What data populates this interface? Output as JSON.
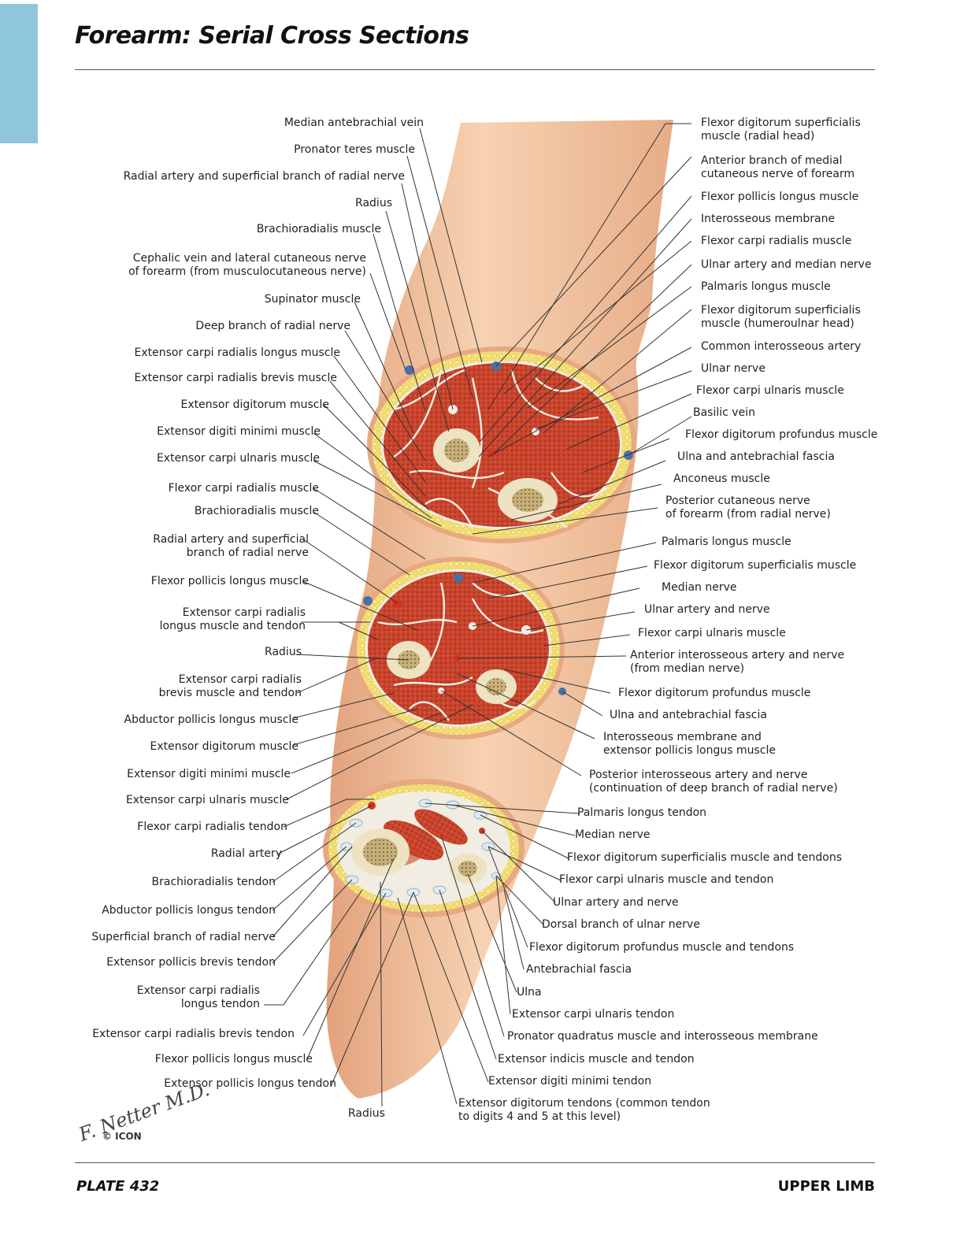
{
  "title": "Forearm: Serial Cross Sections",
  "footer": {
    "plate": "PLATE 432",
    "section": "UPPER LIMB"
  },
  "logo": {
    "signature": "F. Netter M.D.",
    "mark": "© ICON"
  },
  "colors": {
    "tab": "#8fc6dd",
    "skin": "#f2c09a",
    "muscle": "#c9442c",
    "fat": "#f3df72",
    "bone": "#ede3c2"
  },
  "labels": {
    "proximal_left": [
      "Median antebrachial vein",
      "Pronator teres muscle",
      "Radial artery and superficial branch of radial nerve",
      "Radius",
      "Brachioradialis muscle",
      "Cephalic vein and lateral cutaneous nerve\nof forearm (from musculocutaneous nerve)",
      "Supinator muscle",
      "Deep branch of radial nerve",
      "Extensor carpi radialis longus muscle",
      "Extensor carpi radialis brevis muscle",
      "Extensor digitorum muscle",
      "Extensor digiti minimi muscle",
      "Extensor carpi ulnaris muscle"
    ],
    "proximal_right": [
      "Flexor digitorum superficialis\nmuscle (radial head)",
      "Anterior branch of medial\ncutaneous nerve of forearm",
      "Flexor pollicis longus muscle",
      "Interosseous membrane",
      "Flexor carpi radialis muscle",
      "Ulnar artery and median nerve",
      "Palmaris longus muscle",
      "Flexor digitorum superficialis\nmuscle (humeroulnar head)",
      "Common interosseous artery",
      "Ulnar nerve",
      "Flexor carpi ulnaris muscle",
      "Basilic vein",
      "Flexor digitorum profundus muscle",
      "Ulna and antebrachial fascia",
      "Anconeus muscle",
      "Posterior cutaneous nerve\nof forearm (from radial nerve)"
    ],
    "middle_left": [
      "Flexor carpi radialis muscle",
      "Brachioradialis muscle",
      "Radial artery and superficial\nbranch of radial nerve",
      "Flexor pollicis longus muscle",
      "Extensor carpi radialis\nlongus muscle and tendon",
      "Radius",
      "Extensor carpi radialis\nbrevis muscle and tendon",
      "Abductor pollicis longus muscle",
      "Extensor digitorum muscle",
      "Extensor digiti minimi muscle",
      "Extensor carpi ulnaris muscle"
    ],
    "middle_right": [
      "Palmaris longus muscle",
      "Flexor digitorum superficialis muscle",
      "Median nerve",
      "Ulnar artery and nerve",
      "Flexor carpi ulnaris muscle",
      "Anterior interosseous artery and nerve\n(from median nerve)",
      "Flexor digitorum profundus muscle",
      "Ulna and antebrachial fascia",
      "Interosseous membrane and\nextensor pollicis longus muscle",
      "Posterior interosseous artery and nerve\n(continuation of deep branch of radial nerve)"
    ],
    "distal_left": [
      "Flexor carpi radialis tendon",
      "Radial artery",
      "Brachioradialis tendon",
      "Abductor pollicis longus tendon",
      "Superficial branch of radial nerve",
      "Extensor pollicis brevis tendon",
      "Extensor carpi radialis\nlongus tendon",
      "Extensor carpi radialis brevis tendon",
      "Flexor pollicis longus muscle",
      "Extensor pollicis longus tendon"
    ],
    "distal_bottom": "Radius",
    "distal_right": [
      "Palmaris longus tendon",
      "Median nerve",
      "Flexor digitorum superficialis muscle and tendons",
      "Flexor carpi ulnaris muscle and tendon",
      "Ulnar artery and nerve",
      "Dorsal branch of ulnar nerve",
      "Flexor digitorum profundus muscle and tendons",
      "Antebrachial fascia",
      "Ulna",
      "Extensor carpi ulnaris tendon",
      "Pronator quadratus muscle and interosseous membrane",
      "Extensor indicis muscle and tendon",
      "Extensor digiti minimi tendon",
      "Extensor digitorum tendons (common tendon\nto digits 4 and 5 at this level)"
    ]
  }
}
